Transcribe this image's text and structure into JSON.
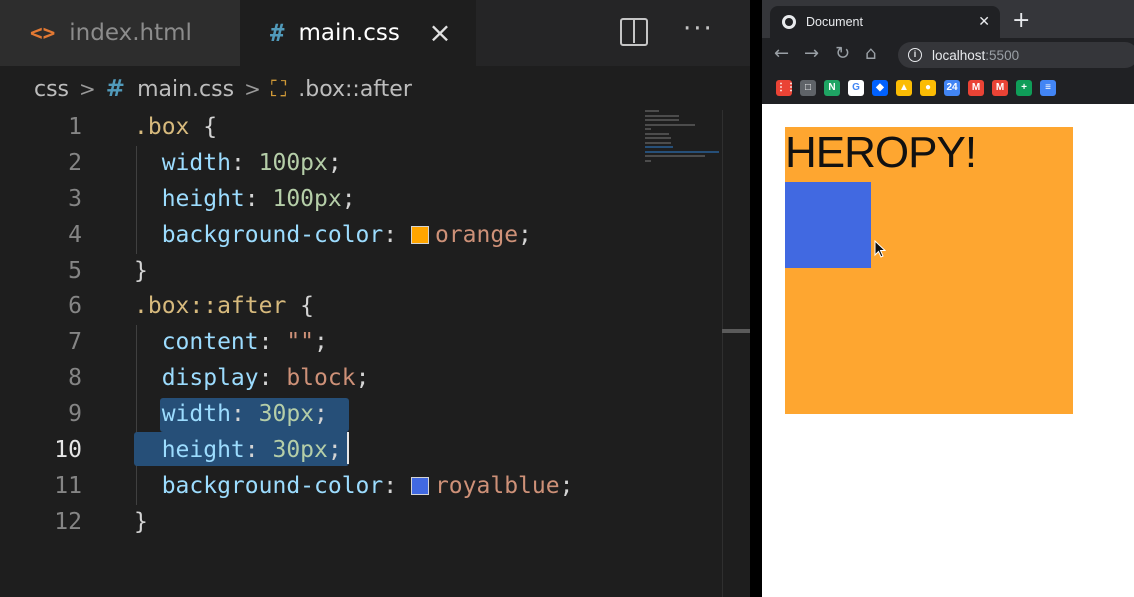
{
  "editor": {
    "tabs": [
      {
        "label": "index.html",
        "icon": "html-icon",
        "icon_glyph": "<>",
        "active": false
      },
      {
        "label": "main.css",
        "icon": "css-hash-icon",
        "icon_glyph": "#",
        "active": true
      }
    ],
    "close_glyph": "×",
    "breadcrumb": {
      "folder": "css",
      "file": "main.css",
      "file_glyph": "#",
      "symbol": ".box::after",
      "symbol_glyph": "⛶",
      "separator": ">"
    },
    "active_line": 10,
    "lines": [
      {
        "n": "1",
        "tokens": [
          {
            "t": ".box",
            "c": "sel"
          },
          {
            "t": " {",
            "c": "punc"
          }
        ]
      },
      {
        "n": "2",
        "tokens": [
          {
            "t": "  width",
            "c": "prop"
          },
          {
            "t": ": ",
            "c": "punc"
          },
          {
            "t": "100px",
            "c": "num"
          },
          {
            "t": ";",
            "c": "punc"
          }
        ]
      },
      {
        "n": "3",
        "tokens": [
          {
            "t": "  height",
            "c": "prop"
          },
          {
            "t": ": ",
            "c": "punc"
          },
          {
            "t": "100px",
            "c": "num"
          },
          {
            "t": ";",
            "c": "punc"
          }
        ]
      },
      {
        "n": "4",
        "tokens": [
          {
            "t": "  background-color",
            "c": "prop"
          },
          {
            "t": ": ",
            "c": "punc"
          },
          {
            "t": "orange",
            "c": "val",
            "swatch": "#ffa500"
          },
          {
            "t": ";",
            "c": "punc"
          }
        ]
      },
      {
        "n": "5",
        "tokens": [
          {
            "t": "}",
            "c": "punc"
          }
        ]
      },
      {
        "n": "6",
        "tokens": [
          {
            "t": ".box::after",
            "c": "sel"
          },
          {
            "t": " {",
            "c": "punc"
          }
        ]
      },
      {
        "n": "7",
        "tokens": [
          {
            "t": "  content",
            "c": "prop"
          },
          {
            "t": ": ",
            "c": "punc"
          },
          {
            "t": "\"\"",
            "c": "val"
          },
          {
            "t": ";",
            "c": "punc"
          }
        ]
      },
      {
        "n": "8",
        "tokens": [
          {
            "t": "  display",
            "c": "prop"
          },
          {
            "t": ": ",
            "c": "punc"
          },
          {
            "t": "block",
            "c": "val"
          },
          {
            "t": ";",
            "c": "punc"
          }
        ]
      },
      {
        "n": "9",
        "tokens": [
          {
            "t": "  width",
            "c": "prop"
          },
          {
            "t": ": ",
            "c": "punc"
          },
          {
            "t": "30px",
            "c": "num"
          },
          {
            "t": ";",
            "c": "punc"
          }
        ]
      },
      {
        "n": "10",
        "tokens": [
          {
            "t": "  height",
            "c": "prop"
          },
          {
            "t": ": ",
            "c": "punc"
          },
          {
            "t": "30px",
            "c": "num"
          },
          {
            "t": ";",
            "c": "punc"
          }
        ]
      },
      {
        "n": "11",
        "tokens": [
          {
            "t": "  background-color",
            "c": "prop"
          },
          {
            "t": ": ",
            "c": "punc"
          },
          {
            "t": "royalblue",
            "c": "val",
            "swatch": "#4169e1"
          },
          {
            "t": ";",
            "c": "punc"
          }
        ]
      },
      {
        "n": "12",
        "tokens": [
          {
            "t": "}",
            "c": "punc"
          }
        ]
      }
    ]
  },
  "browser": {
    "tab_title": "Document",
    "tab_close_glyph": "✕",
    "new_tab_glyph": "+",
    "nav": {
      "back": "←",
      "forward": "→",
      "reload": "↻",
      "home": "⌂"
    },
    "url_host": "localhost",
    "url_port": ":5500",
    "info_glyph": "i",
    "bookmarks": [
      {
        "icon": "apps-grid-icon",
        "color": "#ea4335",
        "glyph": "⋮⋮"
      },
      {
        "icon": "bookmark-icon-2",
        "color": "#5f6368",
        "glyph": "□"
      },
      {
        "icon": "notion-icon",
        "color": "#1fa463",
        "glyph": "N"
      },
      {
        "icon": "google-icon",
        "color": "#ffffff",
        "glyph": "G"
      },
      {
        "icon": "dropbox-icon",
        "color": "#0061ff",
        "glyph": "◆"
      },
      {
        "icon": "drive-icon",
        "color": "#fbbc04",
        "glyph": "▲"
      },
      {
        "icon": "keep-icon",
        "color": "#fbbc04",
        "glyph": "●"
      },
      {
        "icon": "calendar-icon",
        "color": "#4285f4",
        "glyph": "24"
      },
      {
        "icon": "gmail-icon",
        "color": "#ea4335",
        "glyph": "M"
      },
      {
        "icon": "gmail-icon-2",
        "color": "#ea4335",
        "glyph": "M"
      },
      {
        "icon": "sheets-icon",
        "color": "#0f9d58",
        "glyph": "+"
      },
      {
        "icon": "docs-icon",
        "color": "#4285f4",
        "glyph": "≡"
      }
    ],
    "page": {
      "box_text": "HEROPY!",
      "box_color": "#fea630",
      "after_color": "#4169e1"
    }
  }
}
